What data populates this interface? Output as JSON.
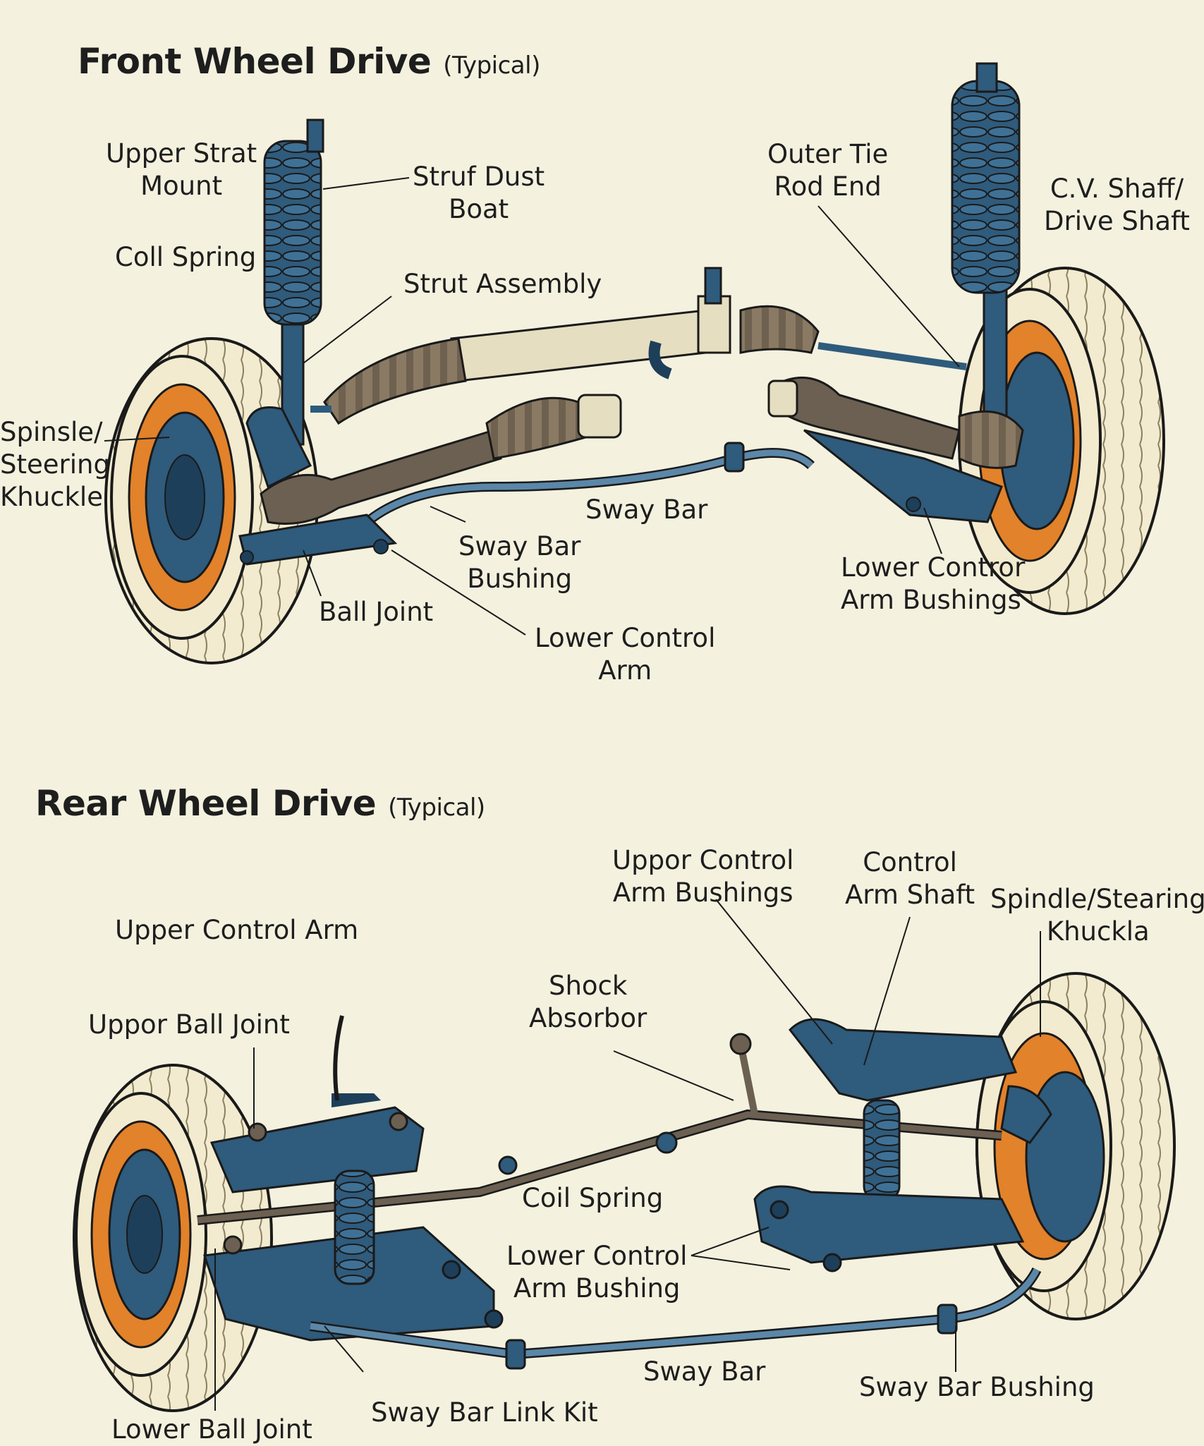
{
  "front": {
    "title": "Front Wheel Drive",
    "title_note": "(Typical)",
    "labels": {
      "upper_strut_mount": "Upper Strat\nMount",
      "strut_dust_boot": "Struf Dust\nBoat",
      "coil_spring": "Coll Spring",
      "strut_assembly": "Strut Assembly",
      "spindle_knuckle": "Spinsle/\nSteering\nKhuckle",
      "outer_tie_rod_end": "Outer Tie\nRod End",
      "cv_shaft": "C.V. Shaff/\nDrive Shaft",
      "sway_bar": "Sway Bar",
      "sway_bar_bushing": "Sway Bar\nBushing",
      "ball_joint": "Ball Joint",
      "lower_control_arm": "Lower Control\nArm",
      "lower_control_arm_bushings": "Lower Contror\nArm Bushings"
    }
  },
  "rear": {
    "title": "Rear Wheel Drive",
    "title_note": "(Typical)",
    "labels": {
      "upper_control_arm": "Upper Control Arm",
      "upper_ball_joint": "Uppor Ball Joint",
      "upper_control_arm_bushings": "Uppor Control\nArm Bushings",
      "control_arm_shaft": "Control\nArm Shaft",
      "spindle_knuckle": "Spindle/Stearing\nKhuckla",
      "shock_absorber": "Shock\nAbsorbor",
      "coil_spring": "Coil Spring",
      "lower_control_arm_bushing": "Lower Control\nArm Bushing",
      "sway_bar": "Sway Bar",
      "sway_bar_bushing": "Sway Bar Bushing",
      "sway_bar_link_kit": "Sway Bar Link Kit",
      "lower_ball_joint": "Lower Ball Joint"
    }
  },
  "colors": {
    "background": "#f4f1df",
    "part_blue": "#2f5b7c",
    "part_blue_dark": "#1d3f5a",
    "tire": "#f2ebcf",
    "rim_orange": "#e2822a",
    "boot": "#8a7a64",
    "rack": "#e6dec1",
    "outline": "#1a1a1a"
  }
}
